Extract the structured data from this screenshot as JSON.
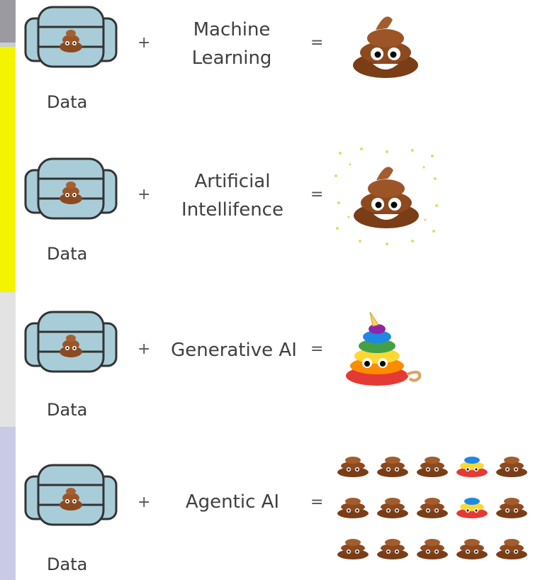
{
  "rows": [
    {
      "data_label": "Data",
      "plus": "+",
      "term": "Machine\nLearning",
      "equals": "="
    },
    {
      "data_label": "Data",
      "plus": "+",
      "term": "Artificial\nIntellifence",
      "equals": "="
    },
    {
      "data_label": "Data",
      "plus": "+",
      "term": "Generative AI",
      "equals": "="
    },
    {
      "data_label": "Data",
      "plus": "+",
      "term": "Agentic AI",
      "equals": "="
    }
  ],
  "colors": {
    "db_fill": "#a9cdd8",
    "db_stroke": "#333333",
    "poop": "#8b4a1f",
    "yellow_strip": "#f4f400"
  },
  "icons": [
    "database-icon",
    "poop-emoji-icon",
    "unicorn-poop-icon",
    "sparkles-icon"
  ]
}
